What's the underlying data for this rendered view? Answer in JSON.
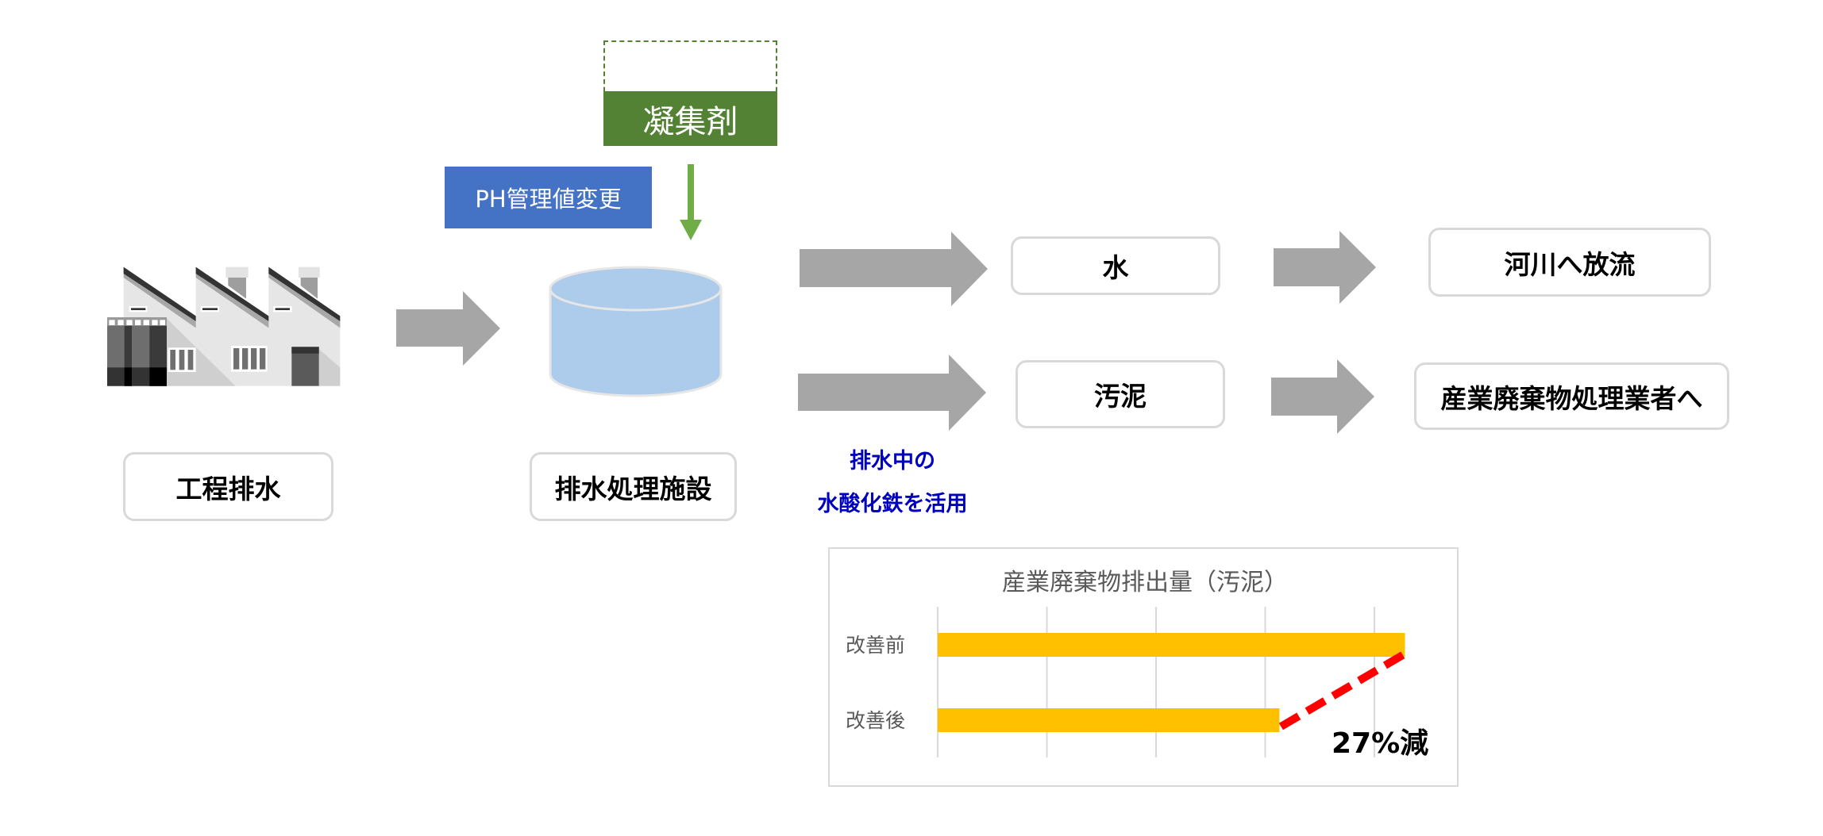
{
  "diagram": {
    "source": {
      "label": "工程排水",
      "icon": "factory-icon"
    },
    "facility": {
      "label": "排水処理施設",
      "icon": "tank-icon"
    },
    "coagulant": {
      "label": "凝集剤"
    },
    "ph_change": {
      "label": "PH管理値変更"
    },
    "outputs": {
      "water": {
        "label": "水",
        "destination": "河川へ放流"
      },
      "sludge": {
        "label": "汚泥",
        "destination": "産業廃棄物処理業者へ"
      }
    },
    "iron_note": {
      "line1": "排水中の",
      "line2": "水酸化鉄を活用"
    },
    "colors": {
      "arrow_gray": "#a6a6a6",
      "coagulant_green": "#548235",
      "arrow_green": "#70ad47",
      "ph_blue": "#4472c4",
      "note_blue": "#0000c0",
      "tank_blue": "#adcbea",
      "bar_yellow": "#ffc000",
      "reduction_red": "#ff0000"
    }
  },
  "chart_data": {
    "type": "bar",
    "orientation": "horizontal",
    "title": "産業廃棄物排出量（汚泥）",
    "categories": [
      "改善前",
      "改善後"
    ],
    "values": [
      4.28,
      3.13
    ],
    "xlim": [
      0,
      4.28
    ],
    "grid": true,
    "gridline_count": 5,
    "tick_labels_shown": false,
    "xlabel": "",
    "ylabel": "",
    "legend": "none",
    "annotation": {
      "text": "27%減",
      "type": "dashed-line",
      "from": "改善後",
      "to": "改善前"
    },
    "unit_note": "relative units (no axis labels shown); 改善後 ≈ 73% of 改善前"
  }
}
